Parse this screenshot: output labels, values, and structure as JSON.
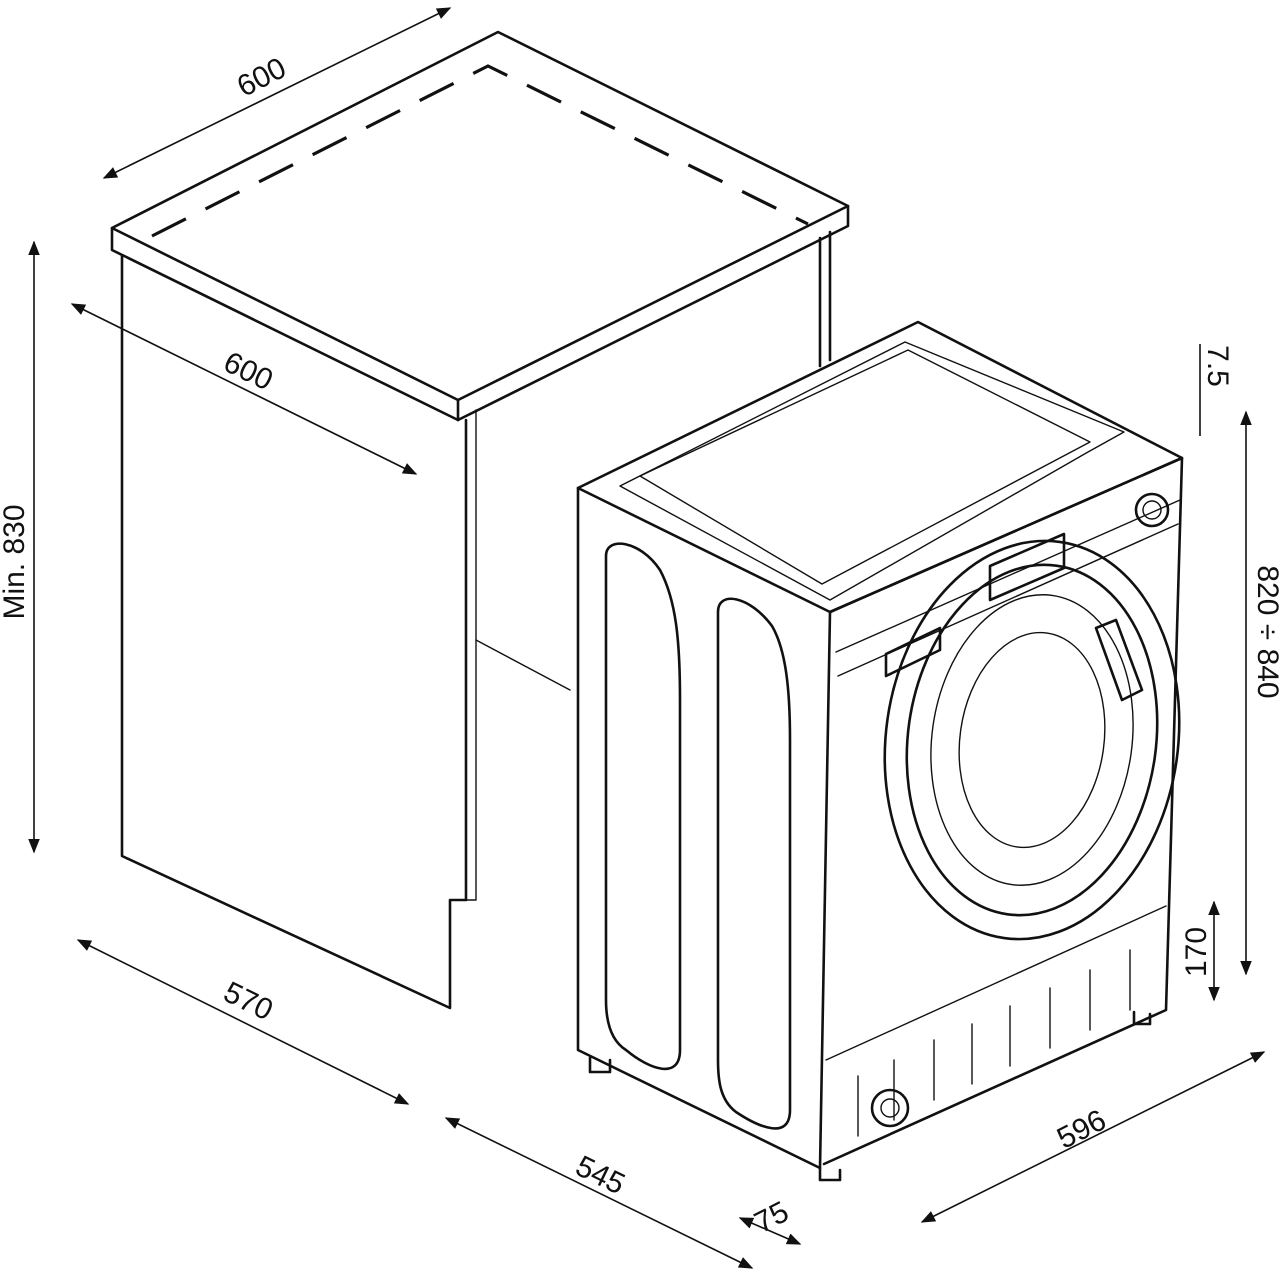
{
  "dimensions": {
    "cabinet_top_width": "600",
    "cabinet_depth": "600",
    "cabinet_min_height": "Min. 830",
    "cabinet_inner_depth": "570",
    "machine_depth": "545",
    "door_offset": "75",
    "machine_width": "596",
    "machine_height": "820 ÷ 840",
    "top_clearance": "7.5",
    "plinth_height": "170"
  }
}
